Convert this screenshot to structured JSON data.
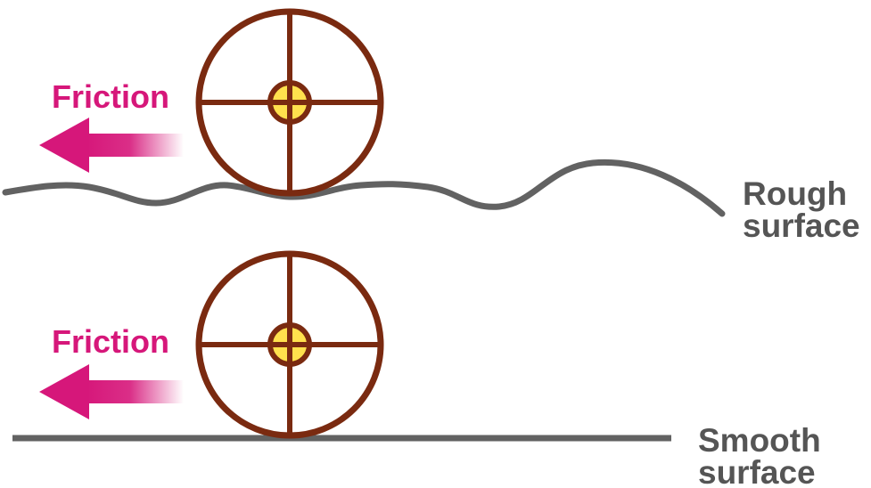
{
  "colors": {
    "friction": "#d6177a",
    "wheel": "#7a2a10",
    "hub": "#ffe14d",
    "surface": "#626262",
    "surface_text": "#555555"
  },
  "scenes": [
    {
      "friction_label": "Friction",
      "surface_label_line1": "Rough",
      "surface_label_line2": "surface",
      "surface_type": "rough"
    },
    {
      "friction_label": "Friction",
      "surface_label_line1": "Smooth",
      "surface_label_line2": "surface",
      "surface_type": "smooth"
    }
  ]
}
